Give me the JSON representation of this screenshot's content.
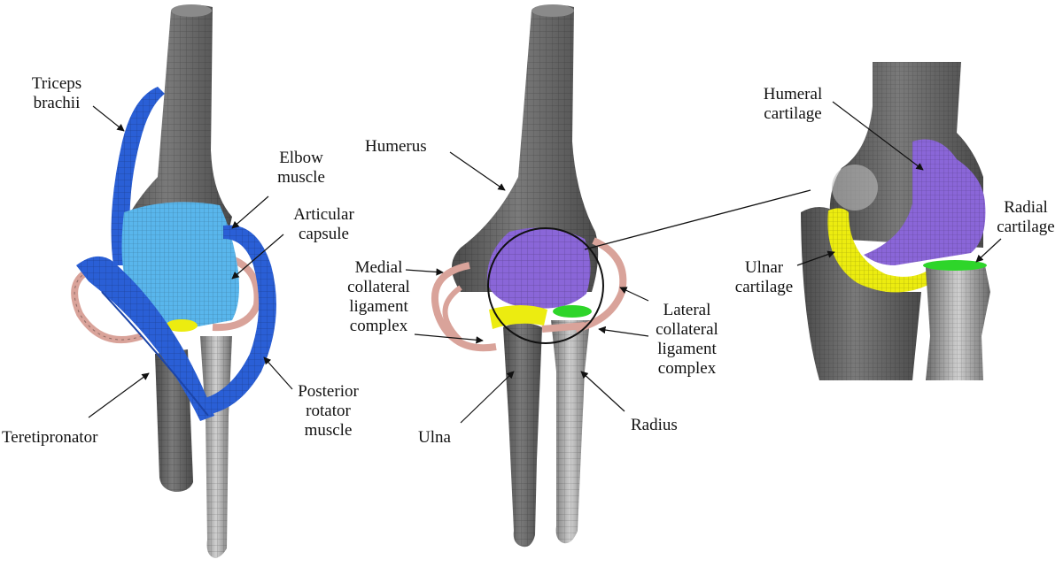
{
  "colors": {
    "bone": "#5f5f5f",
    "bone_light": "#9a9a9a",
    "bone_bright": "#c8c8c8",
    "muscle_blue": "#2a5fd6",
    "capsule_light_blue": "#59b6ec",
    "cartilage_purple": "#8a66d8",
    "cartilage_yellow": "#ecec10",
    "cartilage_green": "#2ed52a",
    "ligament_pink": "#d9a39a",
    "arrow": "#111111"
  },
  "icons": [
    "mesh-pattern"
  ],
  "labels": {
    "triceps": "Triceps\nbrachii",
    "elbow_muscle": "Elbow\nmuscle",
    "articular_capsule": "Articular\ncapsule",
    "teretipronator": "Teretipronator",
    "posterior_rotator": "Posterior\nrotator\nmuscle",
    "humerus": "Humerus",
    "medial_collateral": "Medial\ncollateral\nligament\ncomplex",
    "lateral_collateral": "Lateral\ncollateral\nligament\ncomplex",
    "ulna": "Ulna",
    "radius": "Radius",
    "humeral_cartilage": "Humeral\ncartilage",
    "radial_cartilage": "Radial\ncartilage",
    "ulnar_cartilage": "Ulnar\ncartilage"
  }
}
